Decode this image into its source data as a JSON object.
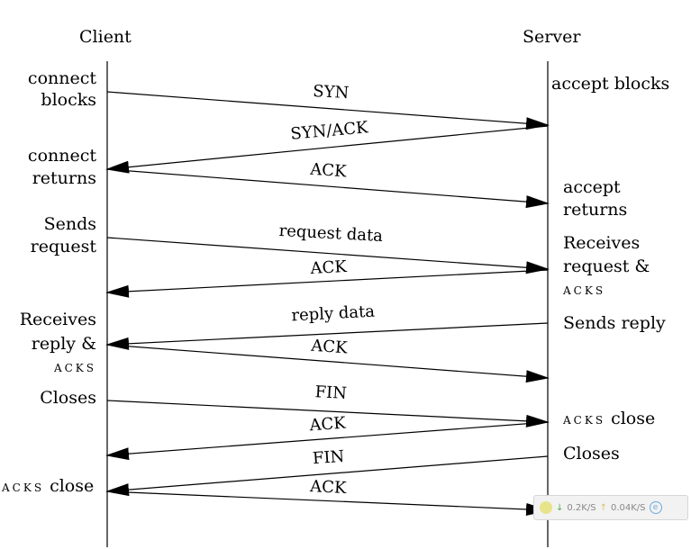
{
  "headers": {
    "client": "Client",
    "server": "Server"
  },
  "client_notes": {
    "connect_blocks": [
      "connect",
      "blocks"
    ],
    "connect_returns": [
      "connect",
      "returns"
    ],
    "sends_request": [
      "Sends",
      "request"
    ],
    "receives_reply": [
      "Receives",
      "reply &",
      "ACKS"
    ],
    "closes": "Closes",
    "acks_close": [
      "ACKS",
      "close"
    ]
  },
  "server_notes": {
    "accept_blocks": "accept blocks",
    "accept_returns": [
      "accept",
      "returns"
    ],
    "receives_request": [
      "Receives",
      "request &",
      "ACKS"
    ],
    "sends_reply": "Sends reply",
    "acks_close": [
      "ACKS",
      "close"
    ],
    "closes": "Closes"
  },
  "messages": {
    "syn": "SYN",
    "syn_ack": "SYN/ACK",
    "ack1": "ACK",
    "request_data": "request data",
    "ack2": "ACK",
    "reply_data": "reply data",
    "ack3": "ACK",
    "fin1": "FIN",
    "ack4": "ACK",
    "fin2": "FIN",
    "ack5": "ACK"
  },
  "tray": {
    "down": "0.2K/S",
    "up": "0.04K/S",
    "down_icon": "down-arrow-icon",
    "up_icon": "up-arrow-icon",
    "app_icon": "ie-icon"
  }
}
